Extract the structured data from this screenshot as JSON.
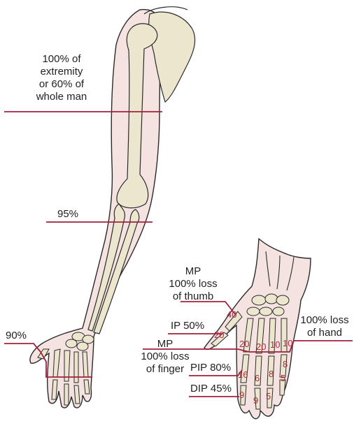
{
  "colors": {
    "skin": "#f5e3e2",
    "bone": "#ece6cf",
    "outline": "#2b2b2b",
    "amputation_line": "#a3203a",
    "number": "#b02a3a",
    "text": "#222222"
  },
  "labels": {
    "shoulder": [
      "100% of",
      "extremity",
      "or 60% of",
      "whole man"
    ],
    "elbow": "95%",
    "wrist_left": "90%",
    "mp_thumb": [
      "MP",
      "100% loss",
      "of thumb"
    ],
    "ip_thumb": "IP 50%",
    "hand_loss": [
      "100% loss",
      "of hand"
    ],
    "mp_finger": [
      "MP",
      "100% loss",
      "of finger"
    ],
    "pip_finger": "PIP 80%",
    "dip_finger": "DIP 45%"
  },
  "hand_numbers": [
    "40",
    "20",
    "20",
    "20",
    "10",
    "10",
    "16",
    "6",
    "8",
    "8",
    "9",
    "9",
    "5",
    "5"
  ]
}
